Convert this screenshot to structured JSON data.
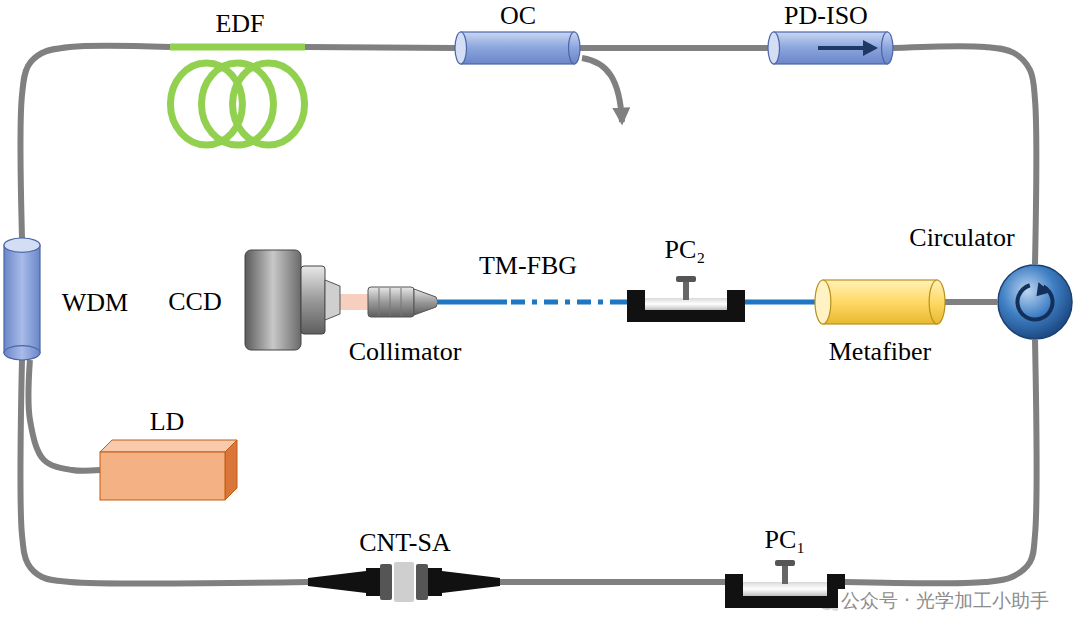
{
  "diagram": {
    "nodes": [
      {
        "text": [
          "EDF"
        ]
      },
      {
        "text": [
          "OC"
        ]
      },
      {
        "text": [
          "PD-ISO"
        ]
      },
      {
        "text": [
          "Circulator"
        ]
      },
      {
        "text": [
          "WDM"
        ]
      },
      {
        "text": [
          "CCD"
        ]
      },
      {
        "text": [
          "Collimator"
        ]
      },
      {
        "text": [
          "TM-FBG"
        ]
      },
      {
        "text": [
          "PC₂"
        ]
      },
      {
        "text": [
          "Metafiber"
        ]
      },
      {
        "text": [
          "LD"
        ]
      },
      {
        "text": [
          "CNT-SA"
        ]
      },
      {
        "text": [
          "PC₁"
        ]
      }
    ],
    "edges": [
      {
        "from": 0,
        "to": 1,
        "arrow": "none"
      },
      {
        "from": 1,
        "to": 2,
        "arrow": "none"
      },
      {
        "from": 2,
        "to": 3,
        "arrow": "none"
      },
      {
        "from": 3,
        "to": 9,
        "arrow": "none"
      },
      {
        "from": 9,
        "to": 8,
        "arrow": "none"
      },
      {
        "from": 8,
        "to": 7,
        "arrow": "none"
      },
      {
        "from": 7,
        "to": 6,
        "arrow": "none"
      },
      {
        "from": 6,
        "to": 5,
        "arrow": "none"
      },
      {
        "from": 3,
        "to": 12,
        "arrow": "none"
      },
      {
        "from": 12,
        "to": 11,
        "arrow": "none"
      },
      {
        "from": 11,
        "to": 4,
        "arrow": "none"
      },
      {
        "from": 4,
        "to": 0,
        "arrow": "none"
      },
      {
        "from": 4,
        "to": 10,
        "arrow": "none"
      }
    ],
    "labels": [
      "公众号 · 光学加工小助手"
    ]
  }
}
